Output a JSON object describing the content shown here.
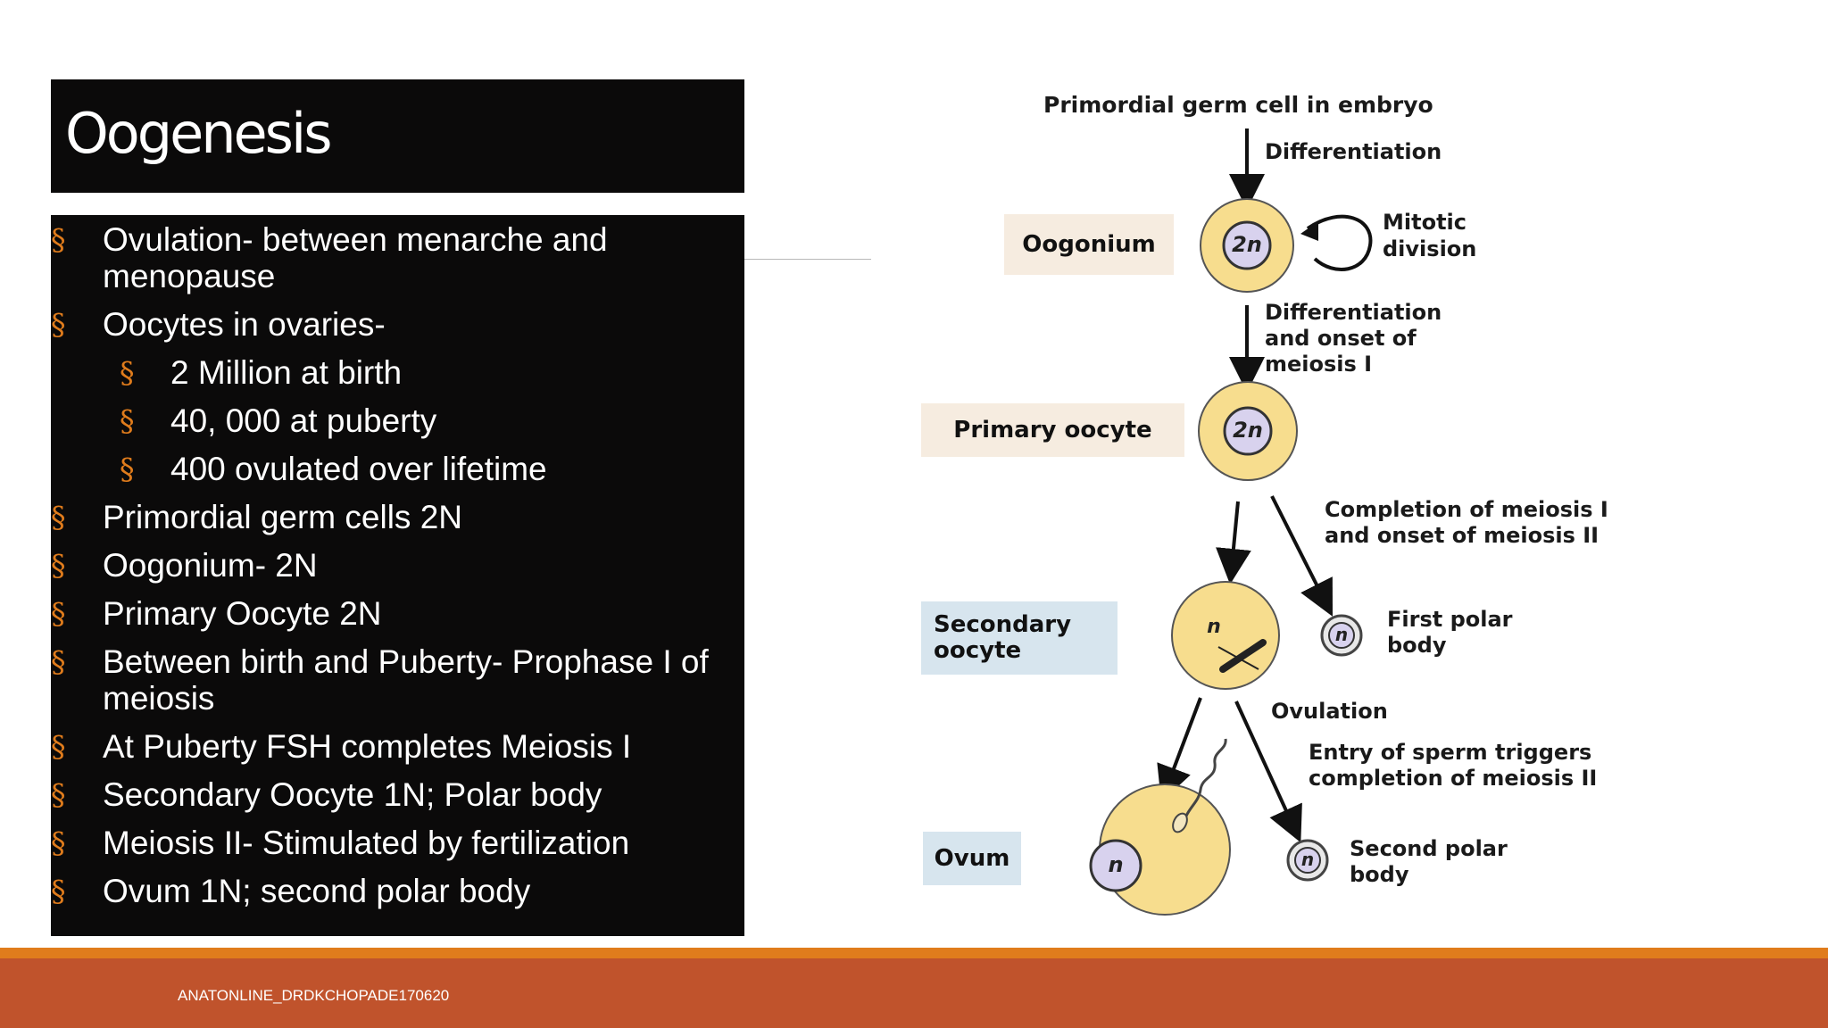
{
  "slide": {
    "title": "Oogenesis",
    "bullets": [
      {
        "level": 1,
        "lines": [
          "Ovulation- between menarche and",
          "menopause"
        ]
      },
      {
        "level": 1,
        "lines": [
          "Oocytes in ovaries-"
        ]
      },
      {
        "level": 2,
        "lines": [
          "2 Million at birth"
        ]
      },
      {
        "level": 2,
        "lines": [
          "40, 000 at puberty"
        ]
      },
      {
        "level": 2,
        "lines": [
          "400 ovulated over lifetime"
        ]
      },
      {
        "level": 1,
        "lines": [
          "Primordial germ cells 2N"
        ]
      },
      {
        "level": 1,
        "lines": [
          "Oogonium- 2N"
        ]
      },
      {
        "level": 1,
        "lines": [
          "Primary Oocyte 2N"
        ]
      },
      {
        "level": 1,
        "lines": [
          "Between birth and Puberty- Prophase I of",
          "meiosis"
        ]
      },
      {
        "level": 1,
        "lines": [
          "At Puberty FSH completes Meiosis I"
        ]
      },
      {
        "level": 1,
        "lines": [
          "Secondary Oocyte 1N; Polar body"
        ]
      },
      {
        "level": 1,
        "lines": [
          "Meiosis II- Stimulated by fertilization"
        ]
      },
      {
        "level": 1,
        "lines": [
          "Ovum 1N; second polar body"
        ]
      }
    ],
    "bullet_marker": "§",
    "footer": "ANATONLINE_DRDKCHOPADE170620"
  },
  "diagram": {
    "top_label": "Primordial germ cell in embryo",
    "step_differentiation": "Differentiation",
    "mitotic": [
      "Mitotic",
      "division"
    ],
    "diff_meiosis": [
      "Differentiation",
      "and onset of",
      "meiosis I"
    ],
    "completion": [
      "Completion of meiosis I",
      "and onset of meiosis II"
    ],
    "first_polar": [
      "First polar",
      "body"
    ],
    "ovulation": "Ovulation",
    "entry_sperm": [
      "Entry of sperm triggers",
      "completion of meiosis II"
    ],
    "second_polar": [
      "Second polar",
      "body"
    ],
    "stages": {
      "oogonium": "Oogonium",
      "primary": "Primary oocyte",
      "secondary": [
        "Secondary",
        "oocyte"
      ],
      "ovum": "Ovum"
    },
    "ploidy": {
      "diploid": "2n",
      "haploid": "n"
    }
  },
  "colors": {
    "panel": "#0b0a0a",
    "bullet": "#e07c1c",
    "footer_band": "#c0532c",
    "footer_stripe": "#e07c1c",
    "cell_fill": "#f7dd8e",
    "nucleus_fill": "#d8d2ee"
  }
}
